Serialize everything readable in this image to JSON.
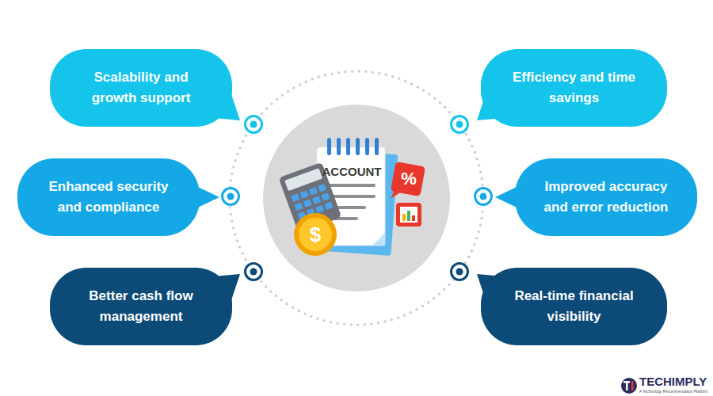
{
  "diagram": {
    "nodes": [
      {
        "text": [
          "Scalability and growth support"
        ]
      },
      {
        "text": [
          "Efficiency and time savings"
        ]
      },
      {
        "text": [
          "Enhanced security and compliance"
        ]
      },
      {
        "text": [
          "Improved accuracy and error reduction"
        ]
      },
      {
        "text": [
          "Better cash flow management"
        ]
      },
      {
        "text": [
          "Real-time financial visibility"
        ]
      }
    ],
    "labels": [
      "ACCOUNT",
      "%",
      "$",
      "TECHIMPLY",
      "A Technology Recommendation Platform"
    ]
  }
}
